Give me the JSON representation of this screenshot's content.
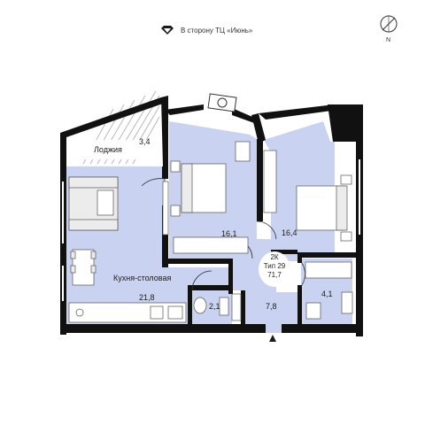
{
  "header": {
    "direction_note": "В сторону ТЦ «Июнь»",
    "north_label": "N",
    "direction_icon": "diamond-icon",
    "compass_icon": "compass-icon"
  },
  "rooms": {
    "loggia": {
      "name": "Лоджия",
      "area": "3,4"
    },
    "kitchen": {
      "name": "Кухня-столовая",
      "area": "21,8"
    },
    "bedroom1": {
      "area": "16,1"
    },
    "bedroom2": {
      "area": "16,4"
    },
    "wc": {
      "area": "2,1"
    },
    "hall": {
      "area": "7,8"
    },
    "bath": {
      "area": "4,1"
    }
  },
  "badge": {
    "rooms": "2К",
    "type": "Тип 29",
    "total": "71,7"
  },
  "colors": {
    "wall": "#111111",
    "room_fill": "#c9d3f1",
    "loggia_fill": "#ffffff",
    "furniture": "#e6e6e6",
    "accent": "#1a1a1a"
  }
}
